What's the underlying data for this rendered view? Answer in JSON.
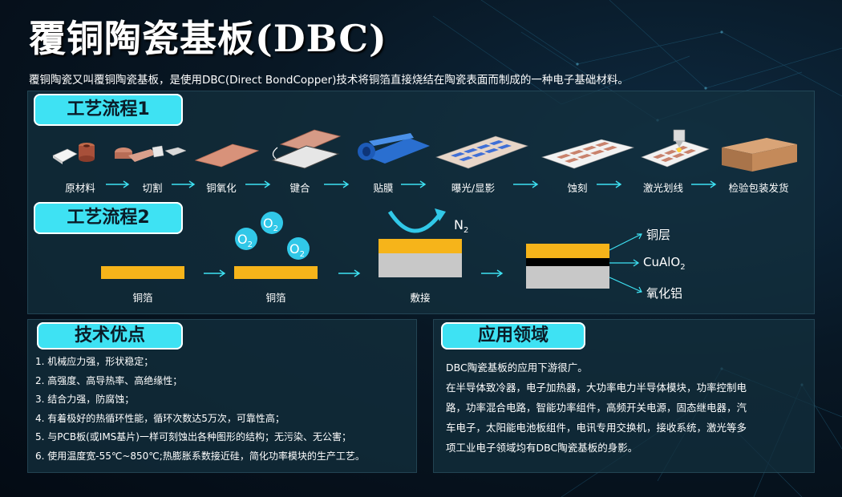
{
  "title": "覆铜陶瓷基板(DBC)",
  "intro": "覆铜陶瓷又叫覆铜陶瓷基板，是使用DBC(Direct BondCopper)技术将铜箔直接烧结在陶瓷表面而制成的一种电子基础材料。",
  "process1": {
    "title": "工艺流程1",
    "steps": [
      "原材料",
      "切割",
      "铜氧化",
      "键合",
      "贴膜",
      "曝光/显影",
      "蚀刻",
      "激光划线",
      "检验包装发货"
    ]
  },
  "process2": {
    "title": "工艺流程2",
    "labels": [
      "铜箔",
      "铜箔",
      "敷接"
    ],
    "n2": "N",
    "n2_sub": "2",
    "o2": "O",
    "o2_sub": "2",
    "layers": {
      "copper": "铜层",
      "cualo2": "CuAlO",
      "cualo2_sub": "2",
      "alumina": "氧化铝"
    }
  },
  "advantages": {
    "title": "技术优点",
    "items": [
      "1.  机械应力强，形状稳定；",
      "2.  高强度、高导热率、高绝缘性；",
      "3.  结合力强，防腐蚀；",
      "4.  有着极好的热循环性能，循环次数达5万次，可靠性高；",
      "5.  与PCB板(或IMS基片)一样可刻蚀出各种图形的结构；无污染、无公害；",
      "6.  使用温度宽-55℃~850℃;热膨胀系数接近硅，简化功率模块的生产工艺。"
    ]
  },
  "applications": {
    "title": "应用领域",
    "lines": [
      "DBC陶瓷基板的应用下游很广。",
      "在半导体致冷器，电子加热器，大功率电力半导体模块，功率控制电",
      "路，功率混合电路，智能功率组件，高频开关电源，固态继电器，汽",
      "车电子，太阳能电池板组件，电讯专用交换机，接收系统，激光等多",
      "项工业电子领域均有DBC陶瓷基板的身影。"
    ]
  },
  "colors": {
    "accent": "#3ee2f3",
    "copper_foil": "#f6b41a",
    "ceramic": "#c8c8c8",
    "panel": "#14303e"
  }
}
